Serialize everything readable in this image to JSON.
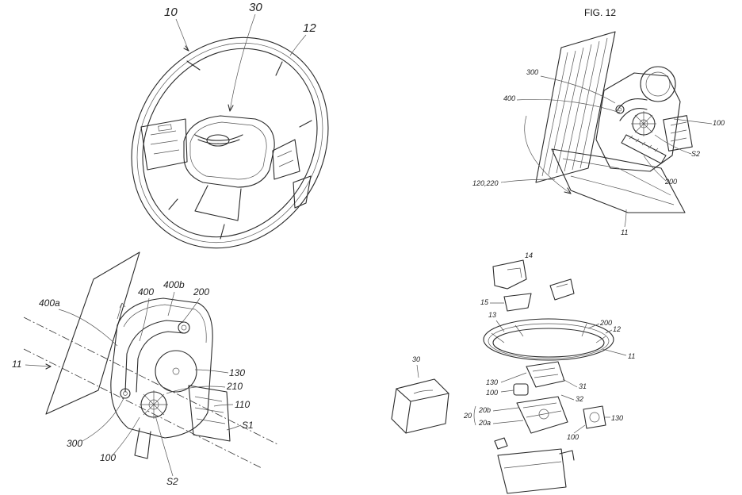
{
  "figure_title": "FIG. 12",
  "panel_a": {
    "labels": [
      "10",
      "30",
      "12"
    ]
  },
  "panel_b": {
    "labels": [
      "300",
      "400",
      "100",
      "S2",
      "200",
      "120,220",
      "11"
    ]
  },
  "panel_c": {
    "labels": [
      "400a",
      "400",
      "400b",
      "200",
      "11",
      "130",
      "210",
      "110",
      "S1",
      "300",
      "100",
      "S2"
    ]
  },
  "panel_d": {
    "labels": [
      "14",
      "15",
      "13",
      "200",
      "12",
      "11",
      "30",
      "130",
      "31",
      "100",
      "32",
      "20b",
      "20",
      "20a",
      "130",
      "100"
    ]
  }
}
